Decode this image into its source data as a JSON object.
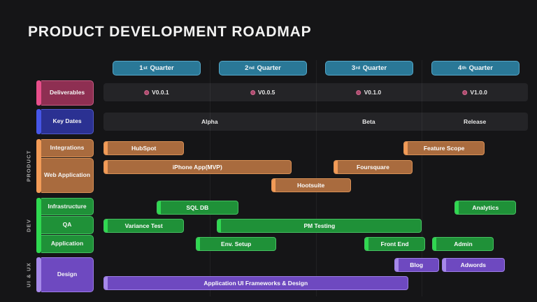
{
  "title": "PRODUCT DEVELOPMENT ROADMAP",
  "timeline": {
    "quarters": [
      {
        "number": "1",
        "ordinal": "st",
        "word": "Quarter"
      },
      {
        "number": "2",
        "ordinal": "nd",
        "word": "Quarter"
      },
      {
        "number": "3",
        "ordinal": "rd",
        "word": "Quarter"
      },
      {
        "number": "4",
        "ordinal": "th",
        "word": "Quarter"
      }
    ]
  },
  "sidebar": {
    "groups": [
      {
        "name": "PRODUCT"
      },
      {
        "name": "DEV"
      },
      {
        "name": "UI & UX"
      }
    ]
  },
  "colors": {
    "background": "#151517",
    "quarter": {
      "fill": "#2a7897",
      "border": "#56a8c9"
    },
    "track": {
      "fill": "#242427"
    },
    "dot": {
      "fill": "#ad486c",
      "border": "#d06e92"
    },
    "orange": {
      "fill": "#a96b3e",
      "border": "#d99055",
      "accent": "#f29b57"
    },
    "green": {
      "fill": "#1f9138",
      "border": "#45c161",
      "accent": "#2fd850"
    },
    "purple": {
      "fill": "#6e49c0",
      "border": "#9d7ee6",
      "accent": "#a689ea"
    },
    "pink": {
      "fill": "#8e2f52",
      "border": "#c75c83",
      "accent": "#e84e8b"
    },
    "blue": {
      "fill": "#2b3192",
      "border": "#5059c9",
      "accent": "#4656e8"
    }
  },
  "chart_data": {
    "type": "gantt",
    "title": "PRODUCT DEVELOPMENT ROADMAP",
    "x_unit": "quarters",
    "x_range": [
      0,
      4
    ],
    "x_ticks": [
      "1st Quarter",
      "2nd Quarter",
      "3rd Quarter",
      "4th Quarter"
    ],
    "grid": "vertical-quarter-boundaries",
    "rows": [
      {
        "id": "deliverables",
        "label": "Deliverables",
        "theme": "pink",
        "kind": "milestones",
        "milestones": [
          {
            "label": "V0.0.1",
            "at": 0.5
          },
          {
            "label": "V0.0.5",
            "at": 1.5
          },
          {
            "label": "V0.1.0",
            "at": 2.5
          },
          {
            "label": "V1.0.0",
            "at": 3.5
          }
        ]
      },
      {
        "id": "key-dates",
        "label": "Key Dates",
        "theme": "blue",
        "kind": "phases",
        "phases": [
          {
            "label": "Alpha",
            "start": 0,
            "end": 2
          },
          {
            "label": "Beta",
            "start": 2,
            "end": 3
          },
          {
            "label": "Release",
            "start": 3,
            "end": 4
          }
        ]
      },
      {
        "id": "integrations",
        "label": "Integrations",
        "group": "PRODUCT",
        "theme": "orange",
        "kind": "bars",
        "lanes": [
          [
            {
              "label": "HubSpot",
              "start": 0.0,
              "end": 0.76
            },
            {
              "label": "Feature Scope",
              "start": 2.83,
              "end": 3.59
            }
          ]
        ]
      },
      {
        "id": "web-application",
        "label": "Web Application",
        "group": "PRODUCT",
        "theme": "orange",
        "kind": "bars",
        "lanes": [
          [
            {
              "label": "iPhone App(MVP)",
              "start": 0.0,
              "end": 1.77
            },
            {
              "label": "Foursquare",
              "start": 2.17,
              "end": 2.91
            }
          ],
          [
            {
              "label": "Hootsuite",
              "start": 1.58,
              "end": 2.33
            }
          ]
        ]
      },
      {
        "id": "infrastructure",
        "label": "Infrastructure",
        "group": "DEV",
        "theme": "green",
        "kind": "bars",
        "lanes": [
          [
            {
              "label": "SQL DB",
              "start": 0.5,
              "end": 1.27
            },
            {
              "label": "Analytics",
              "start": 3.31,
              "end": 3.89
            }
          ]
        ]
      },
      {
        "id": "qa",
        "label": "QA",
        "group": "DEV",
        "theme": "green",
        "kind": "bars",
        "lanes": [
          [
            {
              "label": "Variance Test",
              "start": 0.0,
              "end": 0.76
            },
            {
              "label": "PM Testing",
              "start": 1.07,
              "end": 3.0
            }
          ]
        ]
      },
      {
        "id": "application",
        "label": "Application",
        "group": "DEV",
        "theme": "green",
        "kind": "bars",
        "lanes": [
          [
            {
              "label": "Env. Setup",
              "start": 0.87,
              "end": 1.63
            },
            {
              "label": "Front End",
              "start": 2.46,
              "end": 3.03
            },
            {
              "label": "Admin",
              "start": 3.1,
              "end": 3.68
            }
          ]
        ]
      },
      {
        "id": "design",
        "label": "Design",
        "group": "UI & UX",
        "theme": "purple",
        "kind": "bars",
        "lanes": [
          [
            {
              "label": "Blog",
              "start": 2.74,
              "end": 3.16
            },
            {
              "label": "Adwords",
              "start": 3.19,
              "end": 3.78
            }
          ],
          [
            {
              "label": "Application UI Frameworks & Design",
              "start": 0.0,
              "end": 2.87
            }
          ]
        ]
      }
    ]
  }
}
